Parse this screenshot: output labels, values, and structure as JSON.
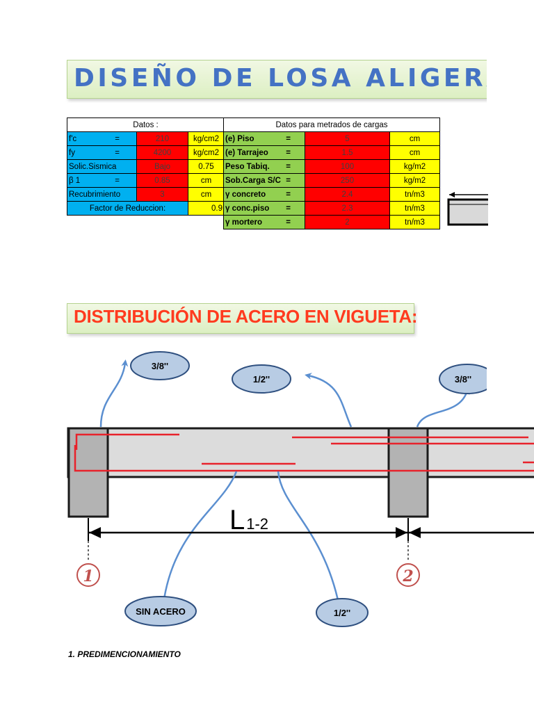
{
  "title": "DISEÑO DE LOSA ALIGERAD",
  "datos": {
    "header": "Datos :",
    "rows": [
      {
        "label": "f'c",
        "sym": "=",
        "value": "210",
        "unit": "kg/cm2"
      },
      {
        "label": "fy",
        "sym": "=",
        "value": "4200",
        "unit": "kg/cm2"
      },
      {
        "label": "Solic.Sismica",
        "sym": "",
        "value": "Bajo",
        "unit": "0.75"
      },
      {
        "label": "β 1",
        "sym": "=",
        "value": "0.85",
        "unit": "cm"
      },
      {
        "label": "Recubrimiento",
        "sym": "",
        "value": "3",
        "unit": "cm"
      }
    ],
    "factor_label": "Factor de Reduccion:",
    "factor_value": "0.9"
  },
  "metrados": {
    "header": "Datos para metrados de cargas",
    "rows": [
      {
        "label": "(e) Piso",
        "sym": "=",
        "value": "5",
        "unit": "cm"
      },
      {
        "label": "(e) Tarrajeo",
        "sym": "=",
        "value": "1.5",
        "unit": "cm"
      },
      {
        "label": "Peso Tabiq.",
        "sym": "=",
        "value": "100",
        "unit": "kg/m2"
      },
      {
        "label": "Sob.Carga S/C",
        "sym": "=",
        "value": "250",
        "unit": "kg/m2"
      },
      {
        "label": "γ concreto",
        "sym": "=",
        "value": "2.4",
        "unit": "tn/m3"
      },
      {
        "label": "γ conc.piso",
        "sym": "=",
        "value": "2.3",
        "unit": "tn/m3"
      },
      {
        "label": "γ mortero",
        "sym": "=",
        "value": "2",
        "unit": "tn/m3"
      }
    ]
  },
  "subtitle": "DISTRIBUCIÓN DE ACERO EN VIGUETA:",
  "diagram": {
    "labels": {
      "top_left": "3/8''",
      "top_mid": "1/2''",
      "top_right": "3/8''",
      "bottom_left": "SIN ACERO",
      "bottom_mid": "1/2''"
    },
    "span_main": "L",
    "span_sub": "1-2",
    "support_1": "1",
    "support_2": "2"
  },
  "section_heading": "1. PREDIMENCIONAMIENTO",
  "colors": {
    "title_blue": "#4472c4",
    "subtitle_red": "#ff3b1f",
    "rebar_red": "#e8222b",
    "arrow_blue": "#5b8fd0",
    "bubble_fill": "#b8cce4",
    "bubble_stroke": "#2e4f7f",
    "support_brown": "#c0504d"
  }
}
